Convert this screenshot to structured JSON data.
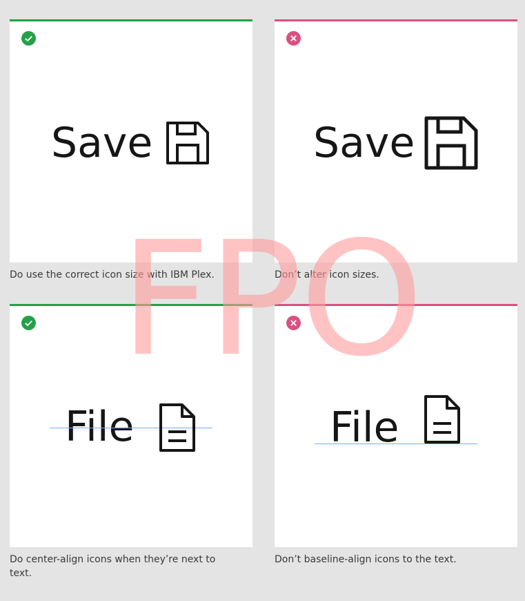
{
  "colors": {
    "do": "#24a148",
    "dont": "#da5081",
    "guide": "#78a9ff",
    "watermark": "#ff9b9b"
  },
  "cards": [
    {
      "type": "do",
      "sample": "Save",
      "icon": "save-icon",
      "caption": "Do use the correct icon size with IBM Plex."
    },
    {
      "type": "dont",
      "sample": "Save",
      "icon": "save-icon",
      "caption": "Don’t alter icon sizes."
    },
    {
      "type": "do",
      "sample": "File",
      "icon": "document-icon",
      "caption": "Do center-align icons when they’re next to text."
    },
    {
      "type": "dont",
      "sample": "File",
      "icon": "document-icon",
      "caption": "Don’t baseline-align icons to the text."
    }
  ],
  "watermark": "FPO"
}
